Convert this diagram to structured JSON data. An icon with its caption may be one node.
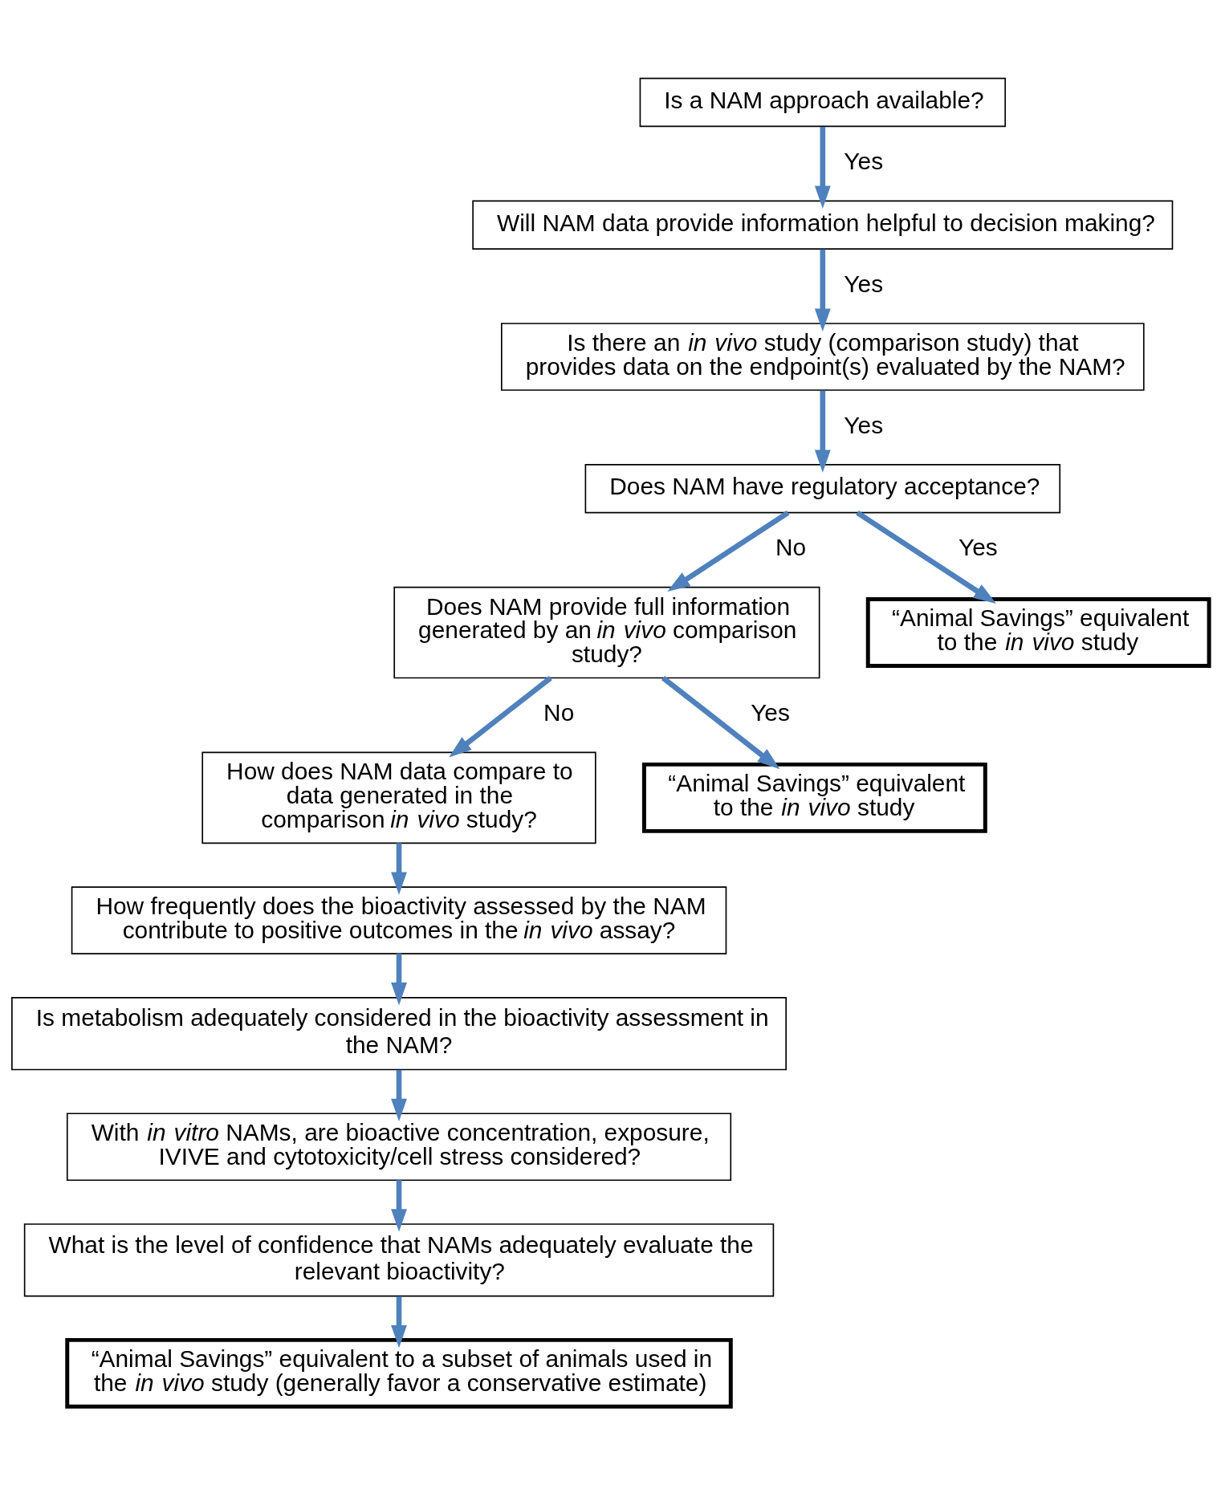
{
  "diagram": {
    "nodes": [
      {
        "text": [
          "Is a NAM approach available?"
        ]
      },
      {
        "text": [
          "Will NAM data provide information helpful to decision making?"
        ]
      },
      {
        "text": [
          "Is there an *in vivo* study (comparison study) that provides data on the endpoint(s) evaluated by the NAM?"
        ]
      },
      {
        "text": [
          "Does NAM have regulatory acceptance?"
        ]
      },
      {
        "text": [
          "Does NAM provide full information generated by an *in vivo* comparison study?"
        ]
      },
      {
        "text": [
          "“Animal Savings” equivalent to the *in vivo* study"
        ]
      },
      {
        "text": [
          "How does NAM data compare to data generated in the comparison *in vivo* study?"
        ]
      },
      {
        "text": [
          "“Animal Savings” equivalent to the *in vivo* study"
        ]
      },
      {
        "text": [
          "How frequently does the bioactivity assessed by the NAM contribute to positive outcomes in the *in vivo* assay?"
        ]
      },
      {
        "text": [
          "Is metabolism adequately considered in the bioactivity assessment in the NAM?"
        ]
      },
      {
        "text": [
          "With *in vitro* NAMs, are bioactive concentration, exposure, IVIVE and cytotoxicity/cell stress considered?"
        ]
      },
      {
        "text": [
          "What is the level of confidence that NAMs adequately evaluate the relevant bioactivity?"
        ]
      },
      {
        "text": [
          "“Animal Savings” equivalent to a subset of animals used in the *in vivo* study (generally favor a conservative estimate)"
        ]
      }
    ],
    "edges": [
      {
        "from": 0,
        "to": 1,
        "arrow": "to",
        "label": "Yes"
      },
      {
        "from": 1,
        "to": 2,
        "arrow": "to",
        "label": "Yes"
      },
      {
        "from": 2,
        "to": 3,
        "arrow": "to",
        "label": "Yes"
      },
      {
        "from": 3,
        "to": 4,
        "arrow": "to",
        "label": "No"
      },
      {
        "from": 3,
        "to": 5,
        "arrow": "to",
        "label": "Yes"
      },
      {
        "from": 4,
        "to": 6,
        "arrow": "to",
        "label": "No"
      },
      {
        "from": 4,
        "to": 7,
        "arrow": "to",
        "label": "Yes"
      },
      {
        "from": 6,
        "to": 8,
        "arrow": "to"
      },
      {
        "from": 8,
        "to": 9,
        "arrow": "to"
      },
      {
        "from": 9,
        "to": 10,
        "arrow": "to"
      },
      {
        "from": 10,
        "to": 11,
        "arrow": "to"
      },
      {
        "from": 11,
        "to": 12,
        "arrow": "to"
      }
    ]
  }
}
